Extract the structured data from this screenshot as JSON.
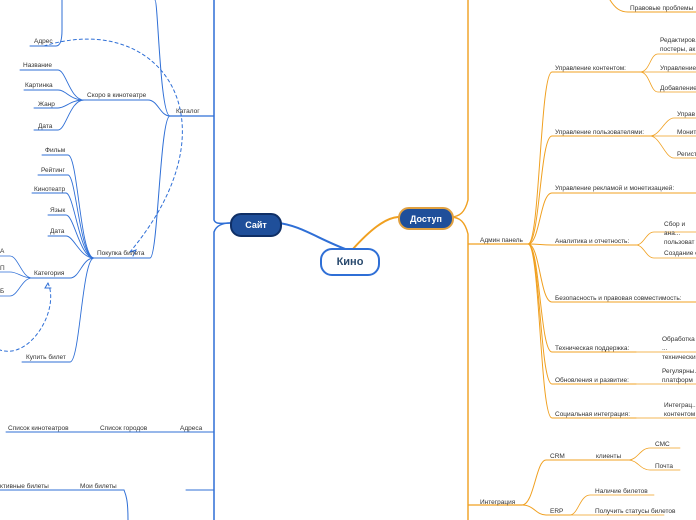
{
  "root": "Кино",
  "site": {
    "title": "Сайт",
    "address_top": "Адрес",
    "catalog": "Каталог",
    "coming_soon": "Скоро в кинотеатре",
    "coming_soon_items": [
      "Название",
      "Картинка",
      "Жанр",
      "Дата"
    ],
    "buy_ticket": "Покупка билета",
    "buy_items": [
      "Фильм",
      "Рейтинг",
      "Кинотеатр",
      "Язык",
      "Дата"
    ],
    "category": "Категория",
    "category_items": [
      "А",
      "П",
      "Б"
    ],
    "buy_button": "Купить билет",
    "addresses": "Адреса",
    "cities_list": "Список городов",
    "cinemas_list": "Список кинотеатров",
    "my_tickets": "Мои билеты",
    "active_tickets": "ктивные билеты"
  },
  "access": {
    "title": "Доступ",
    "legal_problems": "Правовые проблемы",
    "admin_panel": "Админ панель",
    "content_mgmt": "Управление контентом:",
    "content_items": [
      "Редактиров... постеры, ак",
      "Управление",
      "Добавление"
    ],
    "user_mgmt": "Управление пользователями:",
    "user_items": [
      "Управ",
      "Монит",
      "Регист"
    ],
    "ads": "Управление рекламой и монетизацией:",
    "analytics": "Аналитика и отчетность:",
    "analytics_items": [
      "Сбор и ана... пользоват",
      "Создание о"
    ],
    "security": "Безопасность и правовая совместимость:",
    "support": "Техническая поддержка:",
    "support_item": "Обработка ... технически",
    "updates": "Обновления и развитие:",
    "updates_item": "Регулярны... платформ",
    "social": "Социальная интеграция:",
    "social_item": "Интеграц... контентом",
    "integration": "Интеграция",
    "crm": "CRM",
    "clients": "клиенты",
    "sms": "СМС",
    "mail": "Почта",
    "erp": "ERP",
    "tickets_avail": "Наличие билетов",
    "ticket_status": "Получить статусы билетов"
  },
  "colors": {
    "site_branch": "#2f6fd6",
    "access_branch": "#f0a020",
    "node_fill": "#1f4f9a"
  }
}
